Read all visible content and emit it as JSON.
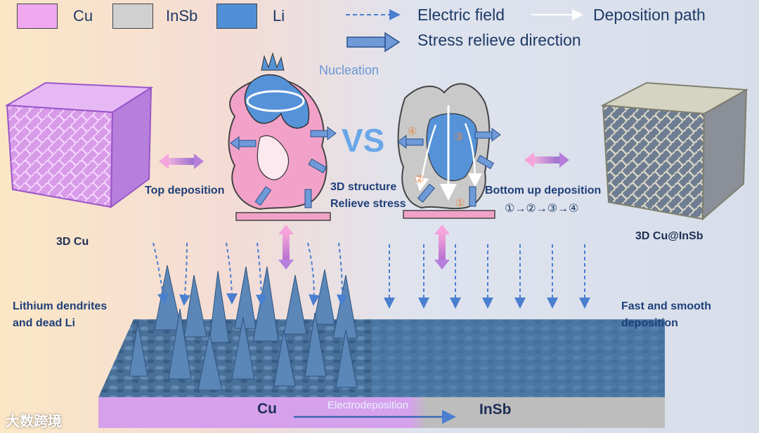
{
  "legend": {
    "cu": {
      "label": "Cu",
      "color": "#f0a9f0"
    },
    "insb": {
      "label": "InSb",
      "color": "#cfcfcf"
    },
    "li": {
      "label": "Li",
      "color": "#4f8fd6"
    },
    "electric_field": "Electric field",
    "deposition_path": "Deposition path",
    "stress_relieve": "Stress relieve direction"
  },
  "labels": {
    "nucleation": "Nucleation",
    "vs": "VS",
    "top_deposition": "Top deposition",
    "structure_line1": "3D structure",
    "structure_line2": "Relieve stress",
    "bottom_up": "Bottom up deposition",
    "sequence": "①→②→③→④",
    "cu3d": "3D Cu",
    "cuinsb3d": "3D Cu@InSb",
    "dendrites_line1": "Lithium dendrites",
    "dendrites_line2": "and dead Li",
    "smooth_line1": "Fast and smooth",
    "smooth_line2": "deposition",
    "substrate_cu": "Cu",
    "substrate_insb": "InSb",
    "electrodeposition": "Electrodeposition",
    "watermark": "大数跨境"
  },
  "path_markers": [
    "①",
    "②",
    "③",
    "④"
  ]
}
